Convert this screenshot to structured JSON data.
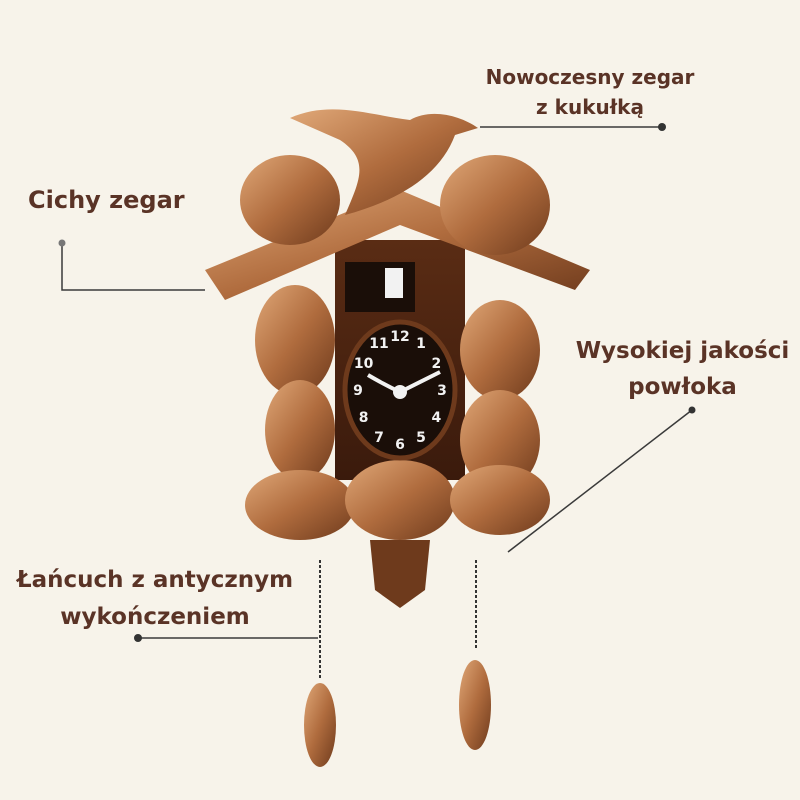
{
  "labels": {
    "modern": [
      "Nowoczesny zegar",
      "z kukułką"
    ],
    "quiet": "Cichy zegar",
    "coating": [
      "Wysokiej jakości",
      "powłoka"
    ],
    "chain": [
      "Łańcuch z antycznym",
      "wykończeniem"
    ]
  },
  "clock_numbers": [
    "12",
    "1",
    "2",
    "3",
    "4",
    "5",
    "6",
    "7",
    "8",
    "9",
    "10",
    "11"
  ],
  "colors": {
    "text": "#5a3326",
    "background": "#f7f3ea",
    "wood": "#b8774a",
    "dark_wood": "#4a2414"
  }
}
